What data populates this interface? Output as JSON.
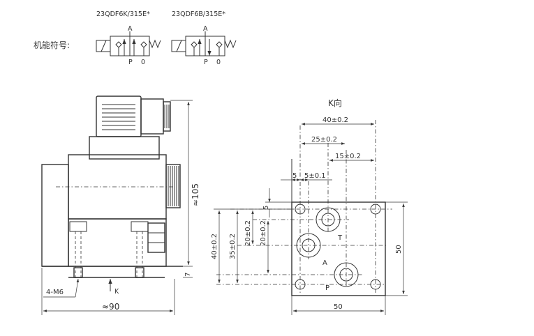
{
  "header": {
    "model_left": "23QDF6K/315E*",
    "model_right": "23QDF6B/315E*",
    "symbol_label": "机能符号:"
  },
  "symbols": {
    "port_a": "A",
    "port_p": "P",
    "port_o": "0"
  },
  "side_view": {
    "height_dim": "≈105",
    "width_dim": "≈90",
    "thread_label": "4-M6",
    "base_dim": "7",
    "view_marker": "K"
  },
  "k_view": {
    "title": "K向",
    "dims": {
      "d40": "40±0.2",
      "d25": "25±0.2",
      "d15": "15±0.2",
      "d5": "5",
      "d5b": "5±0.1",
      "d5v": "5",
      "d20a": "20±0.2",
      "d20b": "20±0.2",
      "d35": "35±0.2",
      "d40v": "40±0.2",
      "d50h": "50",
      "d50v": "50"
    },
    "ports": {
      "t": "T",
      "a": "A",
      "p": "P"
    }
  }
}
